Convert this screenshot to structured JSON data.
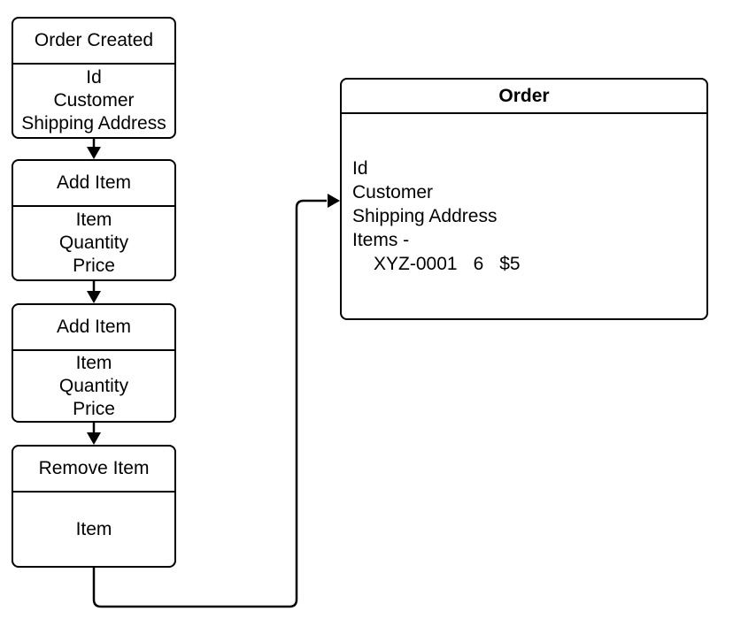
{
  "colors": {
    "stroke": "#000000",
    "background": "#ffffff",
    "text": "#000000"
  },
  "events": [
    {
      "title": "Order Created",
      "fields": [
        "Id",
        "Customer",
        "Shipping Address"
      ]
    },
    {
      "title": "Add Item",
      "fields": [
        "Item",
        "Quantity",
        "Price"
      ]
    },
    {
      "title": "Add Item",
      "fields": [
        "Item",
        "Quantity",
        "Price"
      ]
    },
    {
      "title": "Remove Item",
      "fields": [
        "Item"
      ]
    }
  ],
  "aggregate": {
    "title": "Order",
    "fields": [
      "Id",
      "Customer",
      "Shipping Address",
      "Items -"
    ],
    "items": [
      {
        "sku": "XYZ-0001",
        "quantity": "6",
        "price": "$5"
      }
    ]
  }
}
